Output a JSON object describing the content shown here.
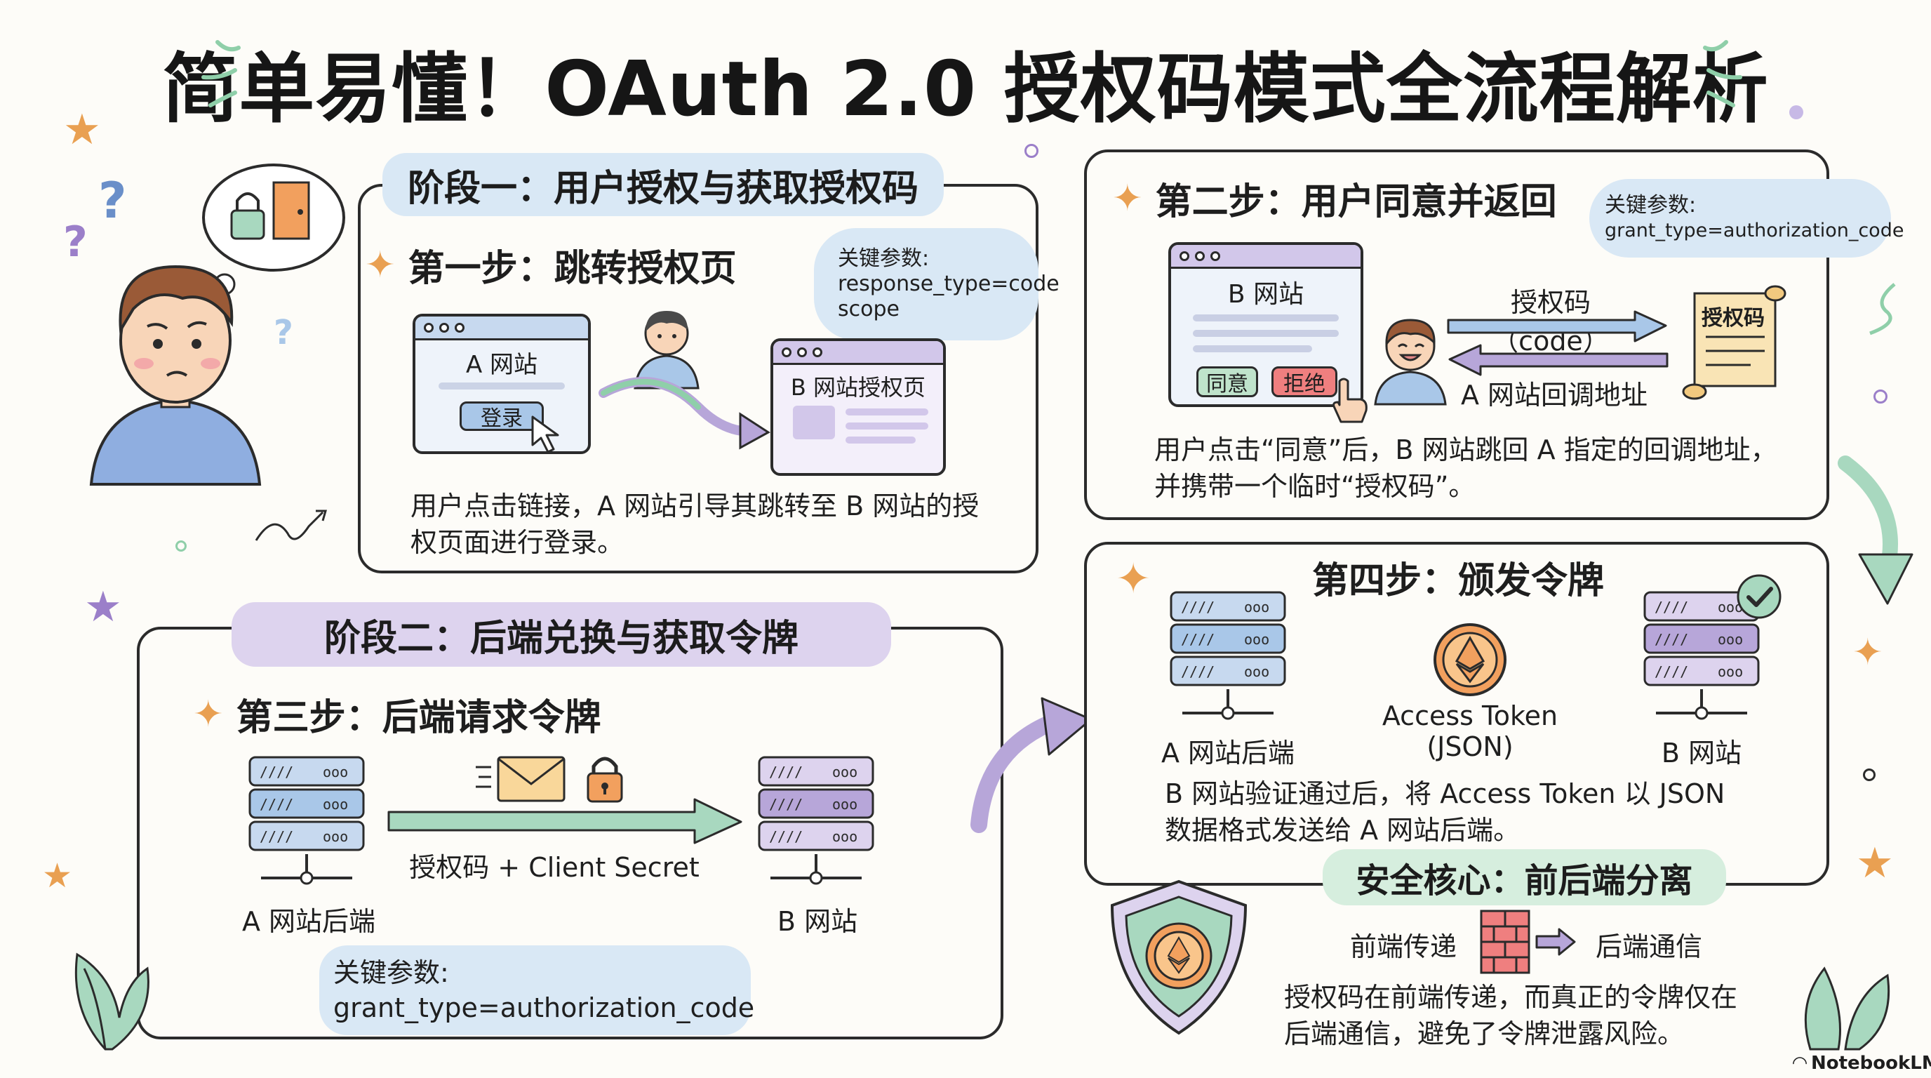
{
  "title": "简单易懂！OAuth 2.0 授权码模式全流程解析",
  "stage1": {
    "tag": "阶段一：用户授权与获取授权码",
    "step1": {
      "title": "第一步：跳转授权页",
      "bubble": [
        "关键参数:",
        "response_type=code",
        "scope"
      ],
      "site_a": "A 网站",
      "login": "登录",
      "site_b_page": "B 网站授权页",
      "desc": [
        "用户点击链接，A 网站引导其跳转至 B 网站的授",
        "权页面进行登录。"
      ]
    }
  },
  "step2": {
    "title": "第二步：用户同意并返回",
    "bubble": [
      "关键参数:",
      "grant_type=authorization_code"
    ],
    "site_b": "B 网站",
    "agree": "同意",
    "reject": "拒绝",
    "code_label": "授权码（code）",
    "callback_label": "A 网站回调地址",
    "scroll": "授权码",
    "desc": [
      "用户点击“同意”后，B 网站跳回 A 指定的回调地址，",
      "并携带一个临时“授权码”。"
    ]
  },
  "stage2": {
    "tag": "阶段二：后端兑换与获取令牌",
    "step3": {
      "title": "第三步：后端请求令牌",
      "a_backend": "A 网站后端",
      "b_site": "B 网站",
      "arrow_label": "授权码 + Client Secret",
      "bubble": [
        "关键参数:",
        "grant_type=authorization_code"
      ]
    }
  },
  "step4": {
    "title": "第四步：颁发令牌",
    "a_backend": "A 网站后端",
    "token": [
      "Access Token",
      "(JSON)"
    ],
    "b_site": "B 网站",
    "desc": [
      "B 网站验证通过后，将 Access Token 以 JSON",
      "数据格式发送给 A 网站后端。"
    ]
  },
  "security": {
    "tag": "安全核心：前后端分离",
    "front": "前端传递",
    "back": "后端通信",
    "desc": [
      "授权码在前端传递，而真正的令牌仅在",
      "后端通信，避免了令牌泄露风险。"
    ]
  },
  "server_marks": "//// ooo",
  "watermark": "NotebookLM",
  "colors": {
    "blue_tag": "#d9e8f5",
    "purple_tag": "#ddd3ee",
    "green_tag": "#d6eede",
    "arrow_blue": "#a9c7e8",
    "arrow_purple": "#b7a6d9",
    "arrow_green": "#a8d8bf",
    "star": "#e9a052",
    "agree": "#bfe3cb",
    "reject": "#ef7f7f"
  }
}
